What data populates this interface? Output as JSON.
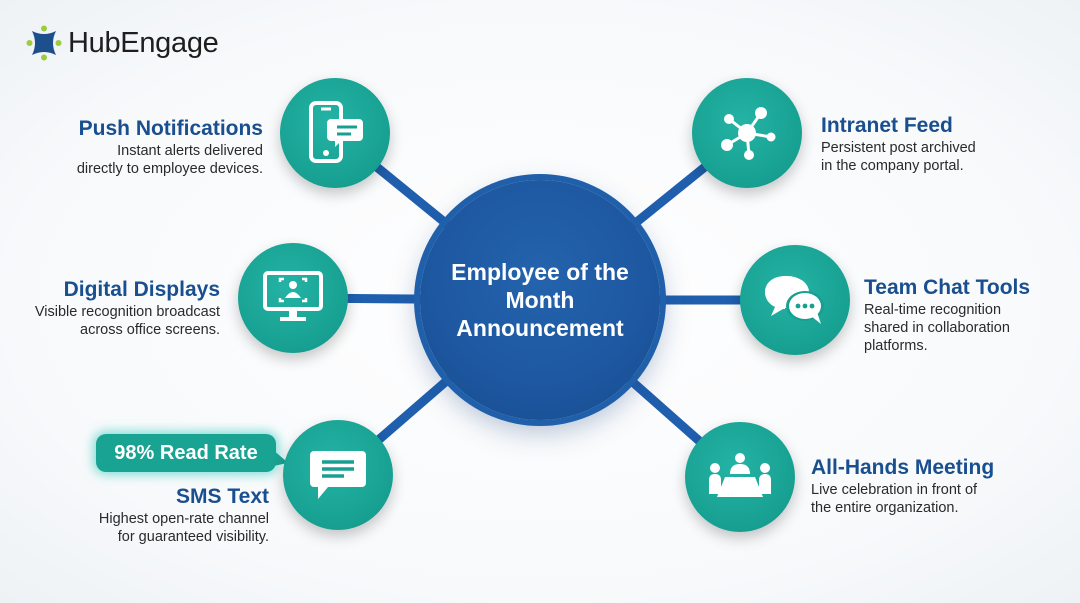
{
  "brand": {
    "name": "HubEngage",
    "colors": {
      "primary_blue": "#1d57a0",
      "teal": "#17a091",
      "lime_dot": "#9ccc3d",
      "heading_blue": "#1a4f8f"
    }
  },
  "hub": {
    "title": "Employee of the Month Announcement"
  },
  "channels": [
    {
      "id": "push",
      "icon": "smartphone-message-icon",
      "title": "Push Notifications",
      "description_lines": [
        "Instant alerts delivered",
        "directly to employee devices."
      ]
    },
    {
      "id": "intranet",
      "icon": "network-nodes-icon",
      "title": "Intranet Feed",
      "description_lines": [
        "Persistent post archived",
        "in the company portal."
      ]
    },
    {
      "id": "displays",
      "icon": "monitor-user-icon",
      "title": "Digital Displays",
      "description_lines": [
        "Visible recognition broadcast",
        "across office screens."
      ]
    },
    {
      "id": "chat",
      "icon": "chat-bubbles-icon",
      "title": "Team Chat Tools",
      "description_lines": [
        "Real-time recognition",
        "shared in collaboration",
        "platforms."
      ]
    },
    {
      "id": "sms",
      "icon": "sms-message-icon",
      "title": "SMS Text",
      "description_lines": [
        "Highest open-rate channel",
        "for guaranteed visibility."
      ],
      "badge": "98% Read Rate"
    },
    {
      "id": "allhands",
      "icon": "meeting-table-icon",
      "title": "All-Hands Meeting",
      "description_lines": [
        "Live celebration in front of",
        "the entire organization."
      ]
    }
  ]
}
